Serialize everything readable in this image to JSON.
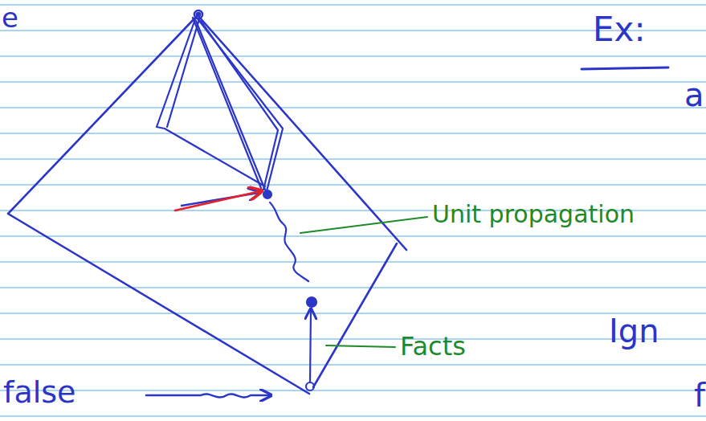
{
  "diagram": {
    "labels": [
      "e",
      "Ex:",
      "a",
      "Unit propagation",
      "Facts",
      "Ign",
      "false",
      "f"
    ]
  }
}
